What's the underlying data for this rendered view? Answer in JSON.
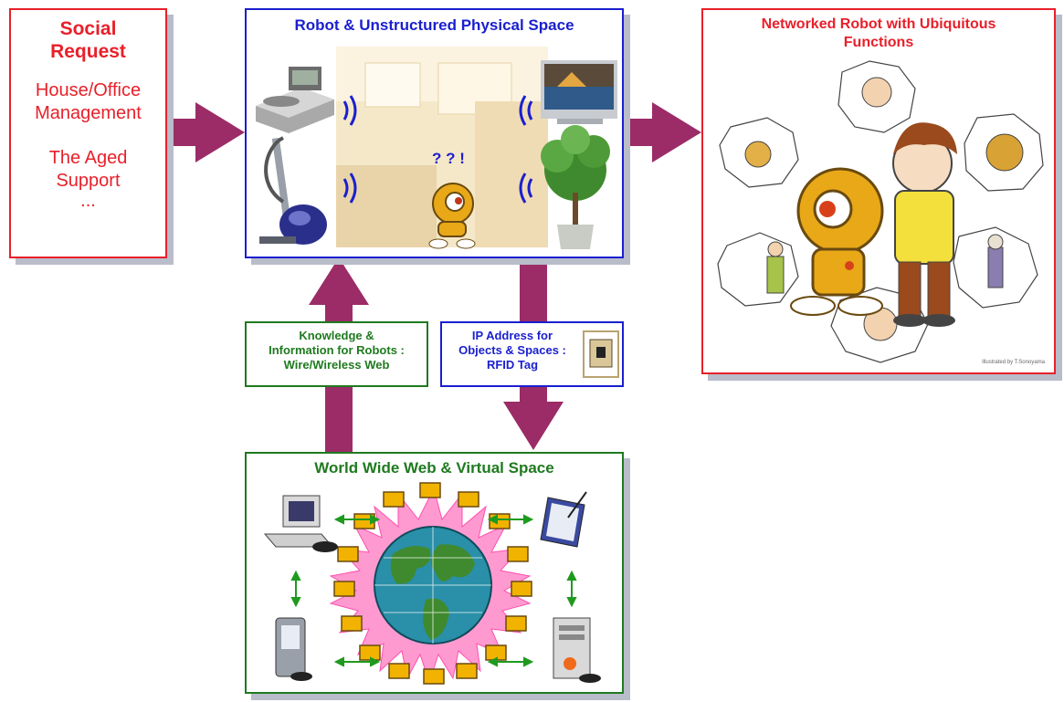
{
  "social_request": {
    "title_line1": "Social",
    "title_line2": "Request",
    "items": [
      "House/Office",
      "Management",
      "The Aged",
      "Support",
      "..."
    ]
  },
  "physical_space": {
    "title": "Robot & Unstructured Physical Space",
    "robot_thought": "? ? !"
  },
  "networked_robot": {
    "title_line1": "Networked Robot with Ubiquitous",
    "title_line2": "Functions",
    "credit": "Illustrated by T.Sonoyama"
  },
  "knowledge_label": {
    "line1": "Knowledge &",
    "line2": "Information for Robots :",
    "line3": "Wire/Wireless Web"
  },
  "ip_label": {
    "line1": "IP Address for",
    "line2": "Objects & Spaces :",
    "line3": "RFID Tag"
  },
  "www": {
    "title": "World Wide Web & Virtual Space"
  },
  "colors": {
    "arrow": "#9b2c67",
    "red": "#e8202a",
    "blue": "#1a1fcf",
    "green": "#1f7a1f"
  }
}
